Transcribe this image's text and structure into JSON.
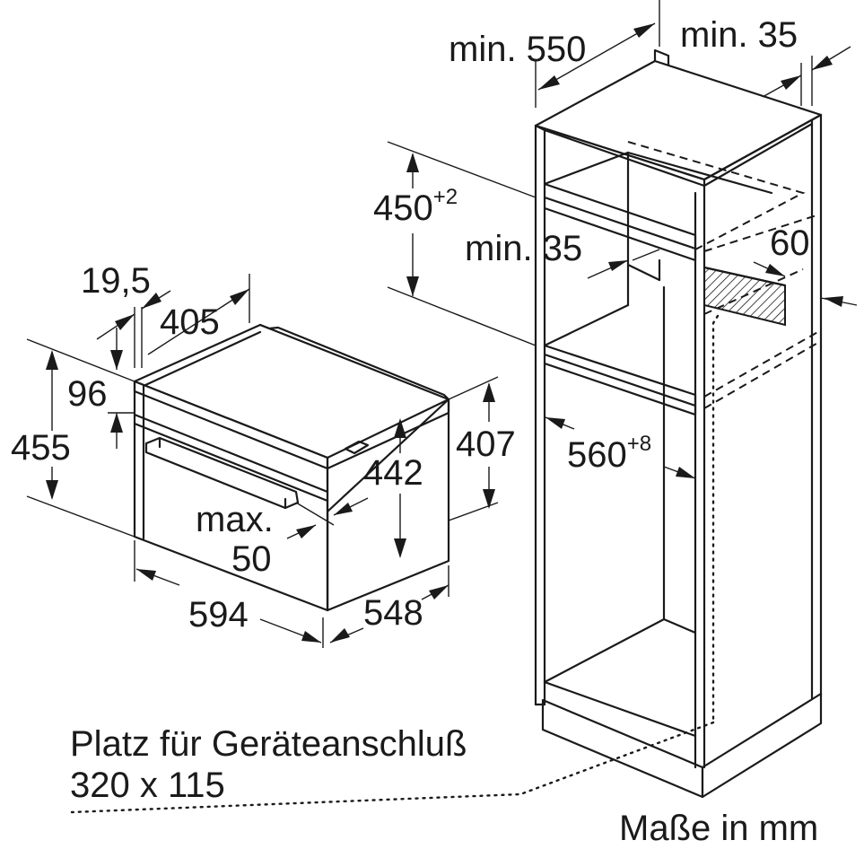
{
  "dimensions": {
    "niche_depth": "min. 550",
    "side_gap": "min. 35",
    "niche_height_base": "450",
    "niche_height_tol": "+2",
    "rear_gap": "min. 35",
    "ventilation": "60",
    "niche_width_base": "560",
    "niche_width_tol": "+8",
    "panel_thickness": "19,5",
    "inner_depth": "405",
    "top_offset": "96",
    "appliance_height": "455",
    "inner_height": "442",
    "body_height": "407",
    "max_label": "max.",
    "max_value": "50",
    "appliance_width": "594",
    "appliance_depth": "548"
  },
  "notes": {
    "connection_line1": "Platz für Geräteanschluß",
    "connection_line2": "320 x 115",
    "units": "Maße in mm"
  },
  "colors": {
    "line": "#1a1a1a",
    "background": "#ffffff"
  }
}
